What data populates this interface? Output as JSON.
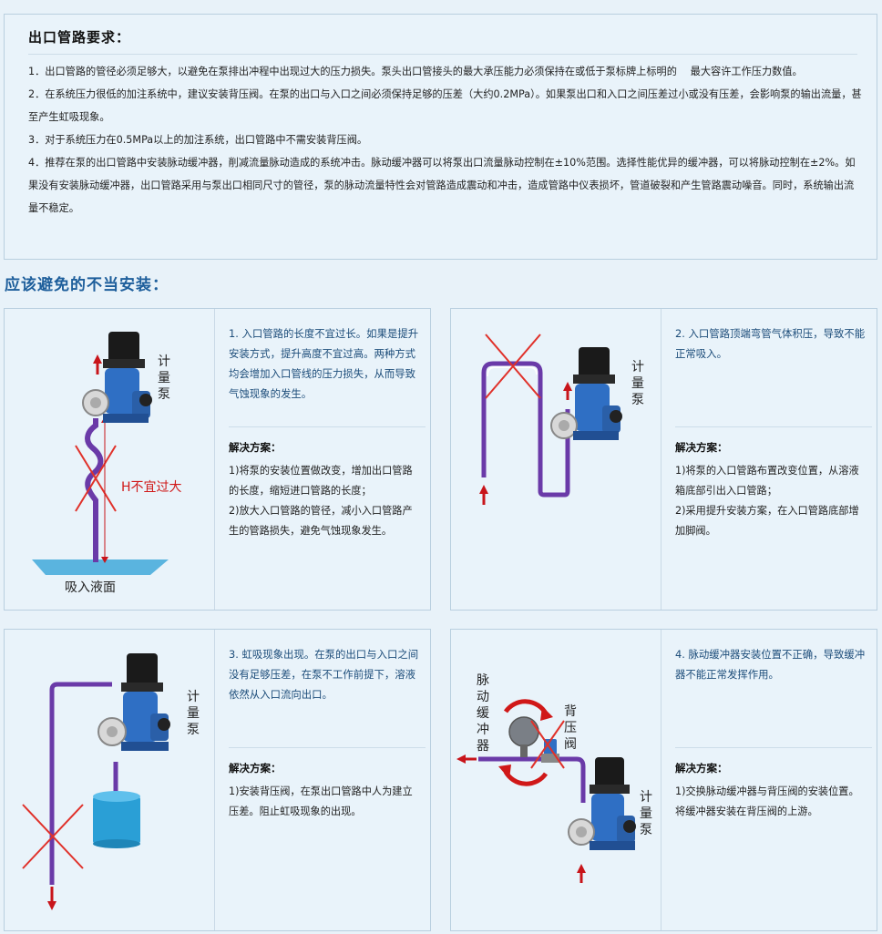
{
  "requirements": {
    "title": "出口管路要求：",
    "items": [
      "1．出口管路的管径必须足够大，以避免在泵排出冲程中出现过大的压力损失。泵头出口管接头的最大承压能力必须保持在或低于泵标牌上标明的　 最大容许工作压力数值。",
      "2．在系统压力很低的加注系统中，建议安装背压阀。在泵的出口与入口之间必须保持足够的压差（大约0.2MPa）。如果泵出口和入口之间压差过小或没有压差，会影响泵的输出流量，甚至产生虹吸现象。",
      "3．对于系统压力在0.5MPa以上的加注系统，出口管路中不需安装背压阀。",
      "4．推荐在泵的出口管路中安装脉动缓冲器，削减流量脉动造成的系统冲击。脉动缓冲器可以将泵出口流量脉动控制在±10%范围。选择性能优异的缓冲器，可以将脉动控制在±2%。如果没有安装脉动缓冲器，出口管路采用与泵出口相同尺寸的管径，泵的脉动流量特性会对管路造成震动和冲击，造成管路中仪表损坏，管道破裂和产生管路震动噪音。同时，系统输出流量不稳定。"
    ]
  },
  "section_title": "应该避免的不当安装：",
  "solution_label": "解决方案：",
  "cards": [
    {
      "desc": "1. 入口管路的长度不宜过长。如果是提升安装方式，提升高度不宜过高。两种方式均会增加入口管线的压力损失，从而导致气蚀现象的发生。",
      "solutions": [
        "1)将泵的安装位置做改变，增加出口管路的长度，缩短进口管路的长度；",
        "2)放大入口管路的管径，减小入口管路产生的管路损失，避免气蚀现象发生。"
      ],
      "labels": {
        "pump": [
          "计",
          "量",
          "泵"
        ],
        "height": "H不宜过大",
        "surface": "吸入液面"
      }
    },
    {
      "desc": "2. 入口管路顶端弯管气体积压，导致不能正常吸入。",
      "solutions": [
        "1)将泵的入口管路布置改变位置，从溶液箱底部引出入口管路；",
        "2)采用提升安装方案，在入口管路底部增加脚阀。"
      ],
      "labels": {
        "pump": [
          "计",
          "量",
          "泵"
        ]
      }
    },
    {
      "desc": "3. 虹吸现象出现。在泵的出口与入口之间没有足够压差，在泵不工作前提下，溶液依然从入口流向出口。",
      "solutions": [
        "1)安装背压阀，在泵出口管路中人为建立压差。阻止虹吸现象的出现。"
      ],
      "labels": {
        "pump": [
          "计",
          "量",
          "泵"
        ]
      }
    },
    {
      "desc": "4. 脉动缓冲器安装位置不正确，导致缓冲器不能正常发挥作用。",
      "solutions": [
        "1)交换脉动缓冲器与背压阀的安装位置。将缓冲器安装在背压阀的上游。"
      ],
      "labels": {
        "pump": [
          "计",
          "量",
          "泵"
        ],
        "damper": [
          "脉",
          "动",
          "缓",
          "冲",
          "器"
        ],
        "valve": [
          "背",
          "压",
          "阀"
        ]
      }
    }
  ],
  "colors": {
    "pipe": "#6a3aa8",
    "arrow": "#c8141a",
    "cross": "#e0312a",
    "heading": "#1d5e9b",
    "water": "#2a9fd6"
  }
}
